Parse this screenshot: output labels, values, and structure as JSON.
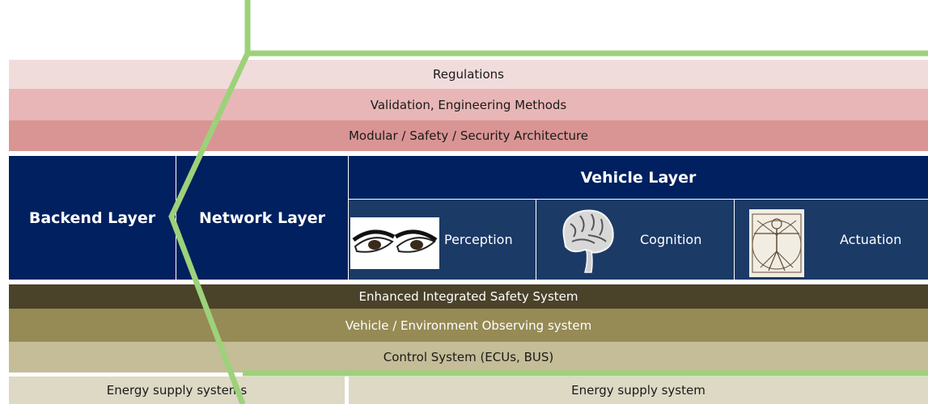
{
  "bands": {
    "regulations": "Regulations",
    "validation": "Validation, Engineering Methods",
    "architecture": "Modular / Safety  / Security Architecture",
    "enhanced_safety": "Enhanced Integrated Safety System",
    "observing": "Vehicle / Environment Observing system",
    "control": "Control System (ECUs, BUS)"
  },
  "layers": {
    "backend": "Backend Layer",
    "network": "Network Layer",
    "vehicle": "Vehicle Layer"
  },
  "vehicle_sublayers": [
    {
      "label": "Perception",
      "icon": "eyes-icon"
    },
    {
      "label": "Cognition",
      "icon": "brain-icon"
    },
    {
      "label": "Actuation",
      "icon": "vitruvian-man-icon"
    }
  ],
  "energy": {
    "left": "Energy supply systems",
    "right": "Energy supply system"
  },
  "colors": {
    "pink_light": "#f1dcdc",
    "pink_mid": "#e8b6b6",
    "pink_dark": "#d99594",
    "navy": "#00205f",
    "navy_sub": "#1b3a66",
    "olive_dark": "#4a4229",
    "olive_mid": "#968a55",
    "olive_light": "#c4bd97",
    "beige": "#ddd9c4",
    "outline_green": "#9dd17a"
  }
}
